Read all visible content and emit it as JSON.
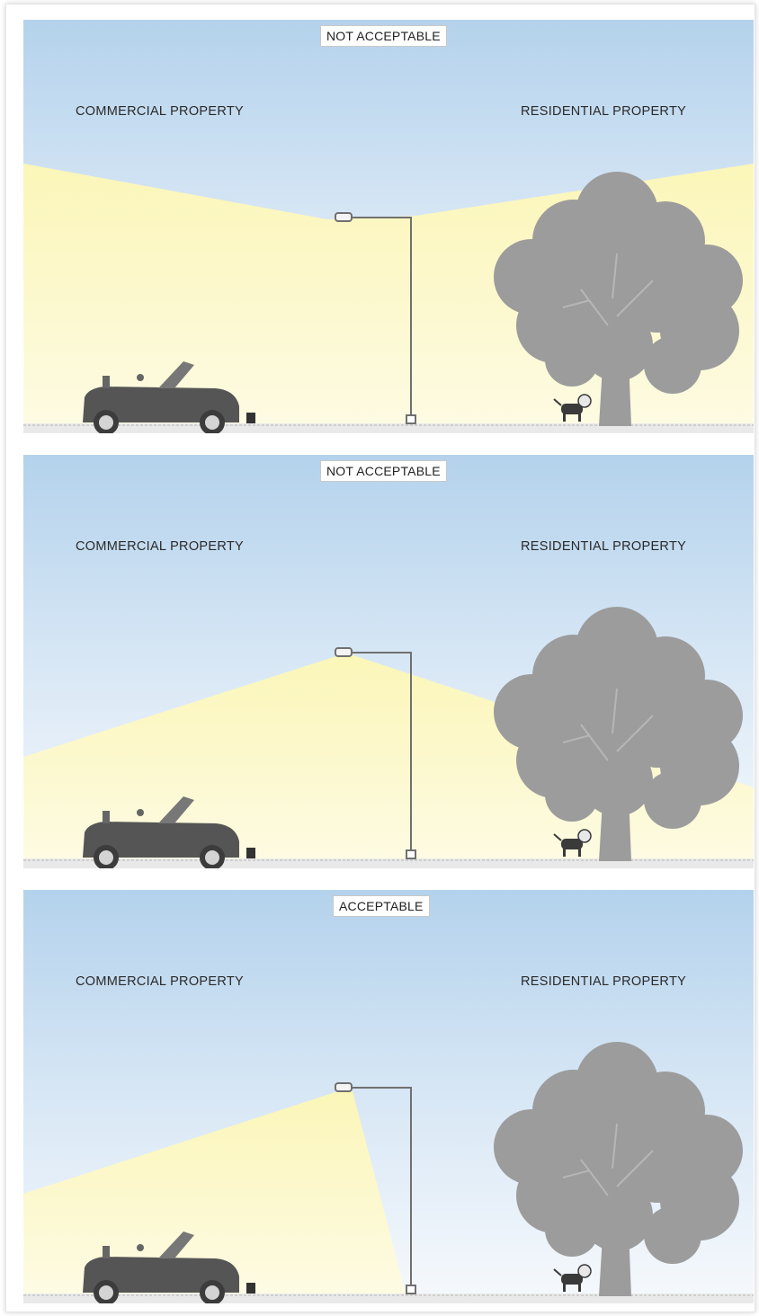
{
  "panels": [
    {
      "status": "NOT ACCEPTABLE",
      "commercial": "COMMERCIAL PROPERTY",
      "residential": "RESIDENTIAL PROPERTY"
    },
    {
      "status": "NOT ACCEPTABLE",
      "commercial": "COMMERCIAL PROPERTY",
      "residential": "RESIDENTIAL PROPERTY"
    },
    {
      "status": "ACCEPTABLE",
      "commercial": "COMMERCIAL PROPERTY",
      "residential": "RESIDENTIAL PROPERTY"
    }
  ],
  "colors": {
    "sky_top": "#b4d2ec",
    "sky_bottom": "#f4f8fc",
    "light_beam": "#fbf7bf",
    "tree": "#9c9c9c",
    "car": "#505050",
    "pole": "#707070"
  }
}
